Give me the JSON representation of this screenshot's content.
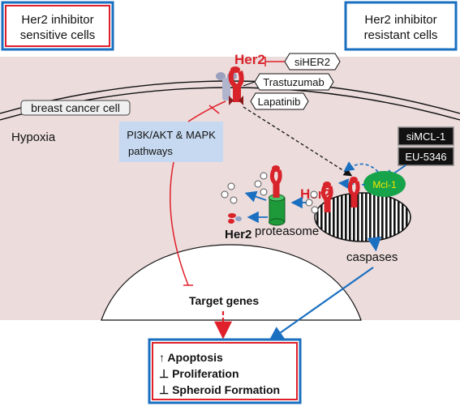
{
  "legend": {
    "sensitive": [
      "Her2 inhibitor",
      "sensitive cells"
    ],
    "resistant": [
      "Her2 inhibitor",
      "resistant cells"
    ]
  },
  "membrane": {
    "cell_label": "breast cancer cell",
    "her2_top": "Her2",
    "sihe2": "siHER2",
    "trastuzumab": "Trastuzumab",
    "lapatinib": "Lapatinib"
  },
  "hypoxia": "Hypoxia",
  "pathway": [
    "PI3K/AKT & MAPK",
    "pathways"
  ],
  "inhibitors": {
    "simcl1": "siMCL-1",
    "eu5346": "EU-5346"
  },
  "her2_mito": "Her2",
  "mcl1": "Mcl-1",
  "her2_degraded": "Her2",
  "proteasome": "proteasome",
  "caspases": "caspases",
  "target_genes": "Target genes",
  "outcome": [
    "↑ Apoptosis",
    "⊥ Proliferation",
    "⊥ Spheroid Formation"
  ],
  "colors": {
    "cell_fill": "#ecdcdc",
    "red_accent": "#e0202a",
    "blue_accent": "#1a6fc0",
    "her2_red": "#d8232a",
    "proteasome_green": "#1f9a3a",
    "pathway_box": "#c6d9f0",
    "mcl1_green": "#16a34a",
    "mcl1_text": "#f3e600"
  }
}
